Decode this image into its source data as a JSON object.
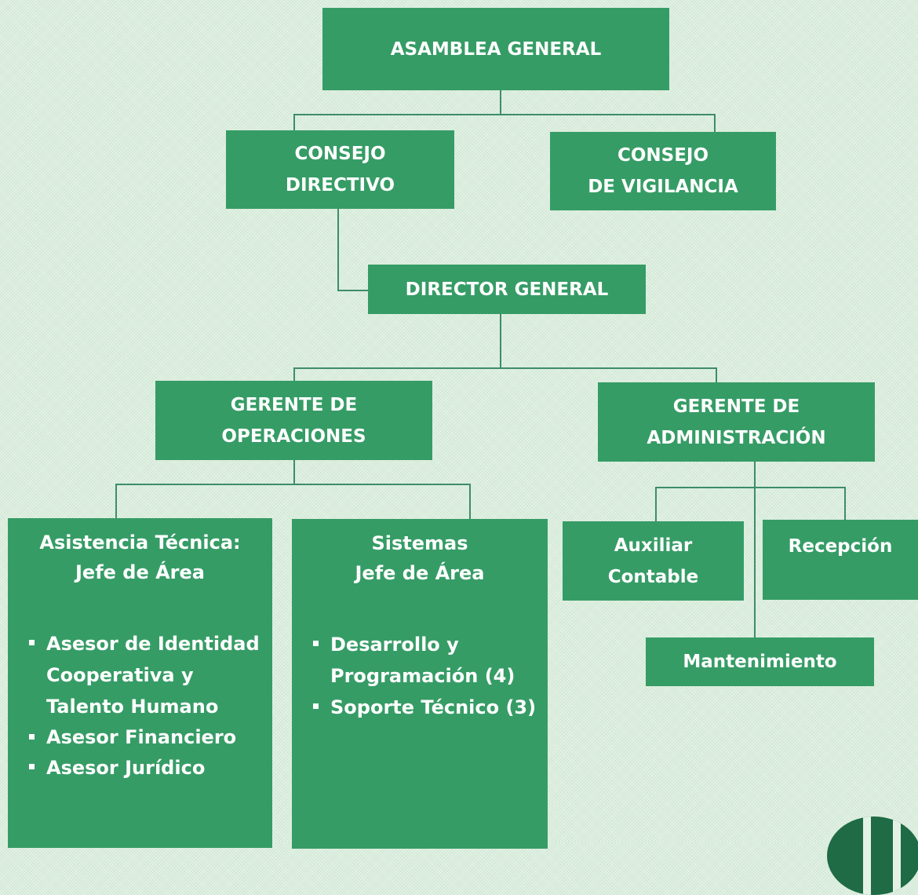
{
  "nodes": {
    "asamblea": {
      "line1": "ASAMBLEA GENERAL"
    },
    "consejo_directivo": {
      "line1": "CONSEJO",
      "line2": "DIRECTIVO"
    },
    "consejo_vigilancia": {
      "line1": "CONSEJO",
      "line2": "DE VIGILANCIA"
    },
    "director": {
      "line1": "DIRECTOR GENERAL"
    },
    "gerente_operaciones": {
      "line1": "GERENTE DE",
      "line2": "OPERACIONES"
    },
    "gerente_administracion": {
      "line1": "GERENTE DE",
      "line2": "ADMINISTRACIÓN"
    },
    "asistencia": {
      "title1": "Asistencia Técnica:",
      "title2": "Jefe de Área",
      "items": [
        "Asesor de Identidad",
        "Cooperativa y",
        "Talento Humano",
        "Asesor Financiero",
        "Asesor Jurídico"
      ]
    },
    "sistemas": {
      "title1": "Sistemas",
      "title2": "Jefe de Área",
      "items": [
        "Desarrollo y",
        "Programación (4)",
        "Soporte Técnico (3)"
      ]
    },
    "auxiliar": {
      "line1": "Auxiliar",
      "line2": "Contable"
    },
    "recepcion": {
      "line1": "Recepción"
    },
    "mantenimiento": {
      "line1": "Mantenimiento"
    }
  },
  "colors": {
    "box": "#369c66",
    "line": "#3d8d68",
    "background": "#e4f2e6",
    "text": "#ffffff"
  },
  "logo_icon": "cooperative-logo-icon"
}
